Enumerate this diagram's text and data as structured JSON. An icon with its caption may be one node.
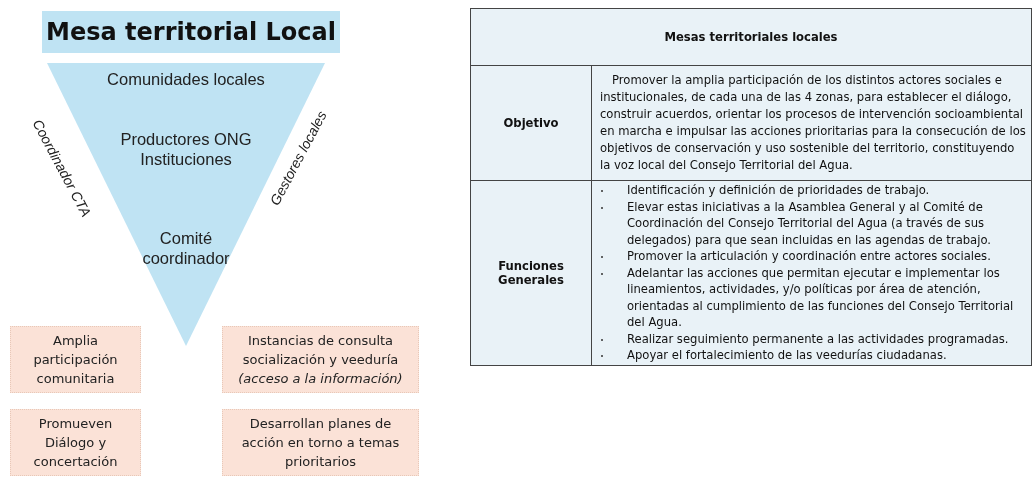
{
  "diagram": {
    "nodes": [
      {
        "text": [
          "Mesa territorial Local"
        ]
      },
      {
        "text": [
          "Comunidades locales",
          "Productores ONG Instituciones",
          "Comité coordinador"
        ],
        "beside": [
          "Coordinador CTA",
          "Gestores locales"
        ]
      },
      {
        "text": [
          "Amplia participación comunitaria"
        ]
      },
      {
        "text": [
          "Instancias de consulta socialización y veeduría *(acceso a la información)*"
        ]
      },
      {
        "text": [
          "Promueven Diálogo y concertación"
        ]
      },
      {
        "text": [
          "Desarrollan planes de acción en torno a temas prioritarios"
        ]
      }
    ],
    "labels": [
      "Mesas territoriales locales",
      "Objetivo",
      "Promover la amplia participación de los distintos actores sociales e institucionales, de cada una de las 4 zonas, para establecer el diálogo,  construir acuerdos, orientar los procesos de intervención socioambiental en marcha e impulsar  las acciones prioritarias para la consecución de los objetivos de conservación y uso sostenible del territorio, constituyendo la voz local del Consejo Territorial del Agua.",
      "Funciones Generales",
      "Identificación y definición de prioridades de trabajo.",
      "Elevar estas iniciativas a la Asamblea General y al Comité de Coordinación del Consejo Territorial del Agua (a través de sus delegados) para que sean incluidas en las agendas de trabajo.",
      "Promover la articulación y coordinación entre actores sociales.",
      "Adelantar las acciones que permitan ejecutar e implementar los lineamientos, actividades, y/o políticas por área de atención, orientadas al cumplimiento de las funciones del Consejo Territorial del Agua.",
      "Realizar seguimiento permanente a las actividades programadas.",
      "Apoyar el fortalecimiento de las veedurías ciudadanas."
    ]
  }
}
